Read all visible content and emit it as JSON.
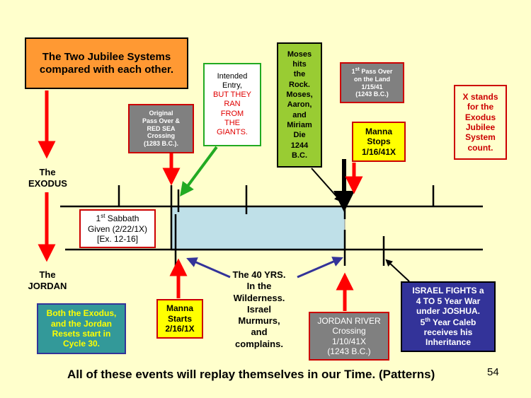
{
  "title_box": {
    "text": "The Two Jubilee Systems compared with each other."
  },
  "labels": {
    "exodus_1": "The",
    "exodus_2": "EXODUS",
    "jordan_1": "The",
    "jordan_2": "JORDAN"
  },
  "passover_box": {
    "line1": "Original",
    "line2": "Pass Over &",
    "line3": "RED SEA",
    "line4": "Crossing",
    "line5": "(1283 B.C.)."
  },
  "intended_box": {
    "line1": "Intended",
    "line2": "Entry,",
    "line3": "BUT THEY",
    "line4": "RAN",
    "line5": "FROM",
    "line6": "THE",
    "line7": "GIANTS."
  },
  "moses_box": {
    "lines": [
      "Moses",
      "hits",
      "the",
      "Rock.",
      "Moses,",
      "Aaron,",
      "and",
      "Miriam",
      "Die",
      "1244",
      "B.C."
    ]
  },
  "first_passover_box": {
    "ordinal_num": "1",
    "ordinal_sup": "st",
    "line1_rest": " Pass Over",
    "line2": "on the Land",
    "line3": "1/15/41",
    "line4": "(1243 B.C.)"
  },
  "x_stands_box": {
    "lines": [
      "X stands",
      "for the",
      "Exodus",
      "Jubilee",
      "System",
      "count."
    ]
  },
  "manna_stops_box": {
    "line1": "Manna",
    "line2": "Stops",
    "line3": "1/16/41X"
  },
  "sabbath_box": {
    "ordinal_num": "1",
    "ordinal_sup": "st",
    "line1_rest": " Sabbath",
    "line2": "Given (2/22/1X)",
    "line3": "[Ex. 12-16]"
  },
  "forty_years": {
    "line1": "The 40 YRS.",
    "line2": "In the",
    "line3": "Wilderness.",
    "line4": "Israel",
    "line5": "Murmurs,",
    "line6": "and",
    "line7": "complains."
  },
  "manna_starts_box": {
    "line1": "Manna",
    "line2": "Starts",
    "line3": "2/16/1X"
  },
  "jordan_river_box": {
    "line1": "JORDAN RIVER",
    "line2": "Crossing",
    "line3": "1/10/41X",
    "line4": "(1243 B.C.)"
  },
  "israel_fights_box": {
    "line1": "ISRAEL FIGHTS a",
    "line2": "4 TO 5  Year War",
    "line3": "under JOSHUA.",
    "line4_num": "5",
    "line4_sup": "th",
    "line4_rest": " Year Caleb",
    "line5": "receives his",
    "line6": "Inheritance"
  },
  "cycle_box": {
    "line1": "Both the Exodus,",
    "line2": "and the Jordan",
    "line3": "Resets start in",
    "line4": "Cycle 30."
  },
  "footer": {
    "text": "All of these events will replay themselves in our Time.  (Patterns)",
    "page_number": "54"
  },
  "colors": {
    "background": "#ffffcc",
    "orange": "#ff9933",
    "gray": "#808080",
    "green": "#99cc33",
    "yellow": "#ffff00",
    "lightblue": "#bfe0e8",
    "navy": "#333399",
    "teal": "#339999",
    "red": "#ff0000",
    "darkred": "#cc0000"
  }
}
